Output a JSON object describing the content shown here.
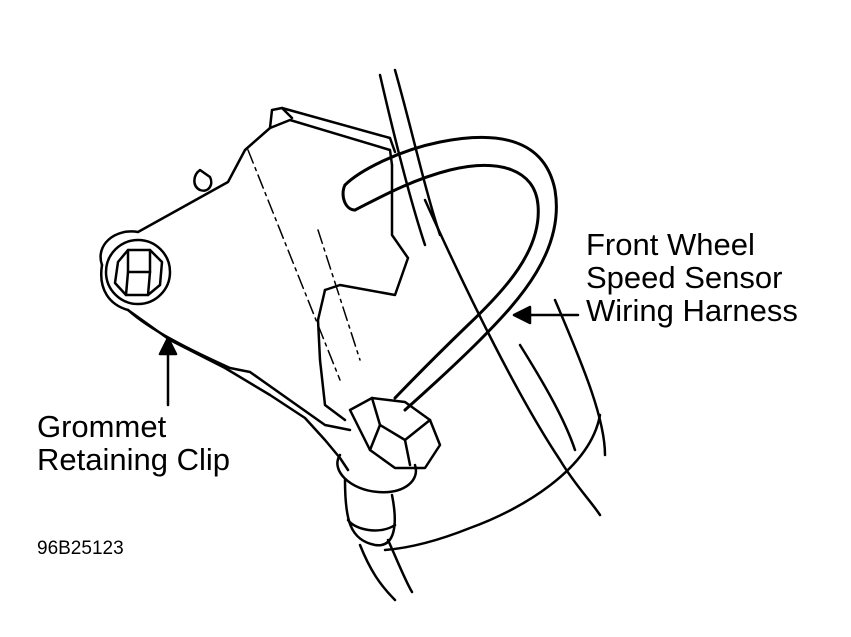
{
  "callouts": {
    "harness": {
      "lines": [
        "Front Wheel",
        "Speed Sensor",
        "Wiring Harness"
      ]
    },
    "clip": {
      "lines": [
        "Grommet",
        "Retaining Clip"
      ]
    }
  },
  "figure_id": "96B25123",
  "colors": {
    "ink": "#000000",
    "paper": "#ffffff"
  }
}
